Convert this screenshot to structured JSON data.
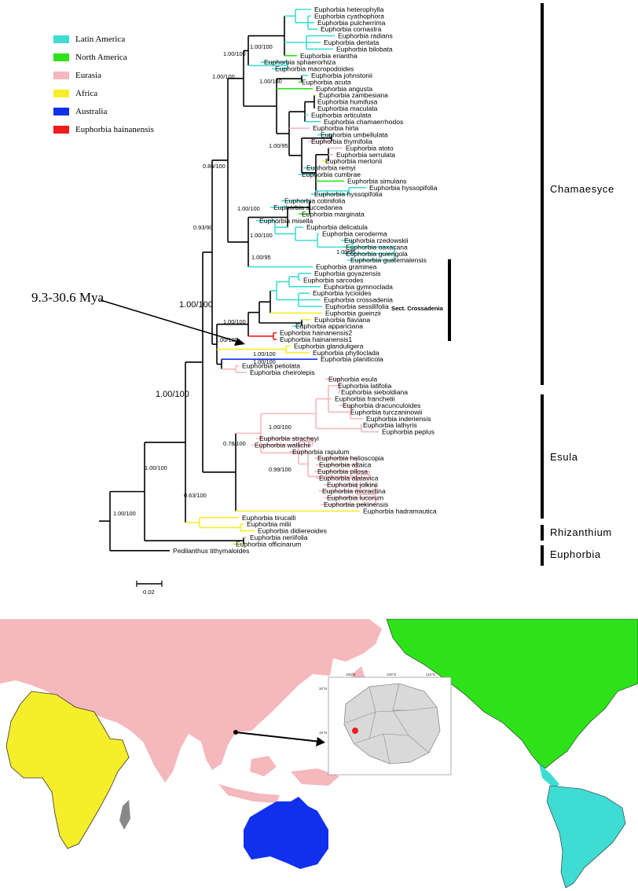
{
  "legend": [
    {
      "label": "Latin America",
      "color": "#3fdcd4"
    },
    {
      "label": "North America",
      "color": "#2ee21a"
    },
    {
      "label": "Eurasia",
      "color": "#f5b8bd"
    },
    {
      "label": "Africa",
      "color": "#f6ee2a"
    },
    {
      "label": "Australia",
      "color": "#1130ee"
    },
    {
      "label": "Euphorbia hainanensis",
      "color": "#ee1c1c"
    }
  ],
  "taxa": [
    "Euphorbia heterophylla",
    "Euphorbia cyathophora",
    "Euphorbia pulcherrima",
    "Euphorbia cornastra",
    "Euphorbia radians",
    "Euphorbia dentata",
    "Euphorbia bilobata",
    "Euphorbia eriantha",
    "Euphorbia sphaerorhiza",
    "Euphorbia macropodoides",
    "Euphorbia johnstonii",
    "Euphorbia acuta",
    "Euphorbia angusta",
    "Euphorbia zambesiana",
    "Euphorbia humifusa",
    "Euphorbia maculata",
    "Euphorbia articulata",
    "Euphorbia chamaerrhodos",
    "Euphorbia hirta",
    "Euphorbia umbellulata",
    "Euphorbia thymifolia",
    "Euphorbia atoto",
    "Euphorbia serrulata",
    "Euphorbia mertonii",
    "Euphorbia remyi",
    "Euphorbia cumbrae",
    "Euphorbia simulans",
    "Euphorbia hyssopifolia",
    "Euphorbia hyssopifolia",
    "Euphorbia cotinifolia",
    "Euphorbia succedanea",
    "Euphorbia marginata",
    "Euphorbia misella",
    "Euphorbia delicatula",
    "Euphorbia ceroderma",
    "Euphorbia rzedowskii",
    "Euphorbia oaxacana",
    "Euphorbia guiengola",
    "Euphorbia guatemalensis",
    "Euphorbia graminea",
    "Euphorbia goyazensis",
    "Euphorbia sarcodes",
    "Euphorbia gymnoclada",
    "Euphorbia lycioides",
    "Euphorbia crossadenia",
    "Euphorbia sessilifolia",
    "Euphorbia gueinzii",
    "Euphorbia flaviana",
    "Euphorbia appariciana",
    "Euphorbia hainanensis2",
    "Euphorbia hainanensis1",
    "Euphorbia glanduligera",
    "Euphorbia phylloclada",
    "Euphorbia planiticola",
    "Euphorbia petiolata",
    "Euphorbia cheirolepis",
    "Euphorbia esula",
    "Euphorbia latifolia",
    "Euphorbia sieboldiana",
    "Euphorbia franchetii",
    "Euphorbia dracunculoides",
    "Euphorbia turczaninowii",
    "Euphorbia inderiensis",
    "Euphorbia lathyris",
    "Euphorbia peplus",
    "Euphorbia stracheyi",
    "Euphorbia wallichii",
    "Euphorbia rapulum",
    "Euphorbia helioscopia",
    "Euphorbia altaica",
    "Euphorbia pilosa",
    "Euphorbia alatavica",
    "Euphorbia jolkinii",
    "Euphorbia micractina",
    "Euphorbia lucorum",
    "Euphorbia pekinensis",
    "Euphorbia hadramautica",
    "Euphorbia tirucalli",
    "Euphorbia milii",
    "Euphorbia didiereoides",
    "Euphorbia neriifolia",
    "Euphorbia officinarum",
    "Pedilanthus tithymaloides"
  ],
  "support_values": [
    "1.00/100",
    "1.00/100",
    "1.00/100",
    "1.00/100",
    "1.00/95",
    "0.86/100",
    "1.00/100",
    "0.93/90",
    "1.00/100",
    "1.00/95",
    "1.00/95",
    "1.00/100",
    "1.00/100",
    "1.00/100",
    "1.00/100",
    "1.00/100",
    "1.00/100",
    "0.78/100",
    "1.00/100",
    "0.99/100",
    "0.63/100",
    "1.00/100",
    "1.00/100"
  ],
  "clades": [
    "Chamaesyce",
    "Sect. Crossadenia",
    "Esula",
    "Rhizanthium",
    "Euphorbia"
  ],
  "age_annotation": "9.3-30.6 Mya",
  "scale_label": "0.02",
  "map": {
    "inset_lon_labels": [
      "108°E",
      "109°E",
      "110°E"
    ],
    "inset_lat_labels": [
      "20°N",
      "19°N"
    ]
  }
}
